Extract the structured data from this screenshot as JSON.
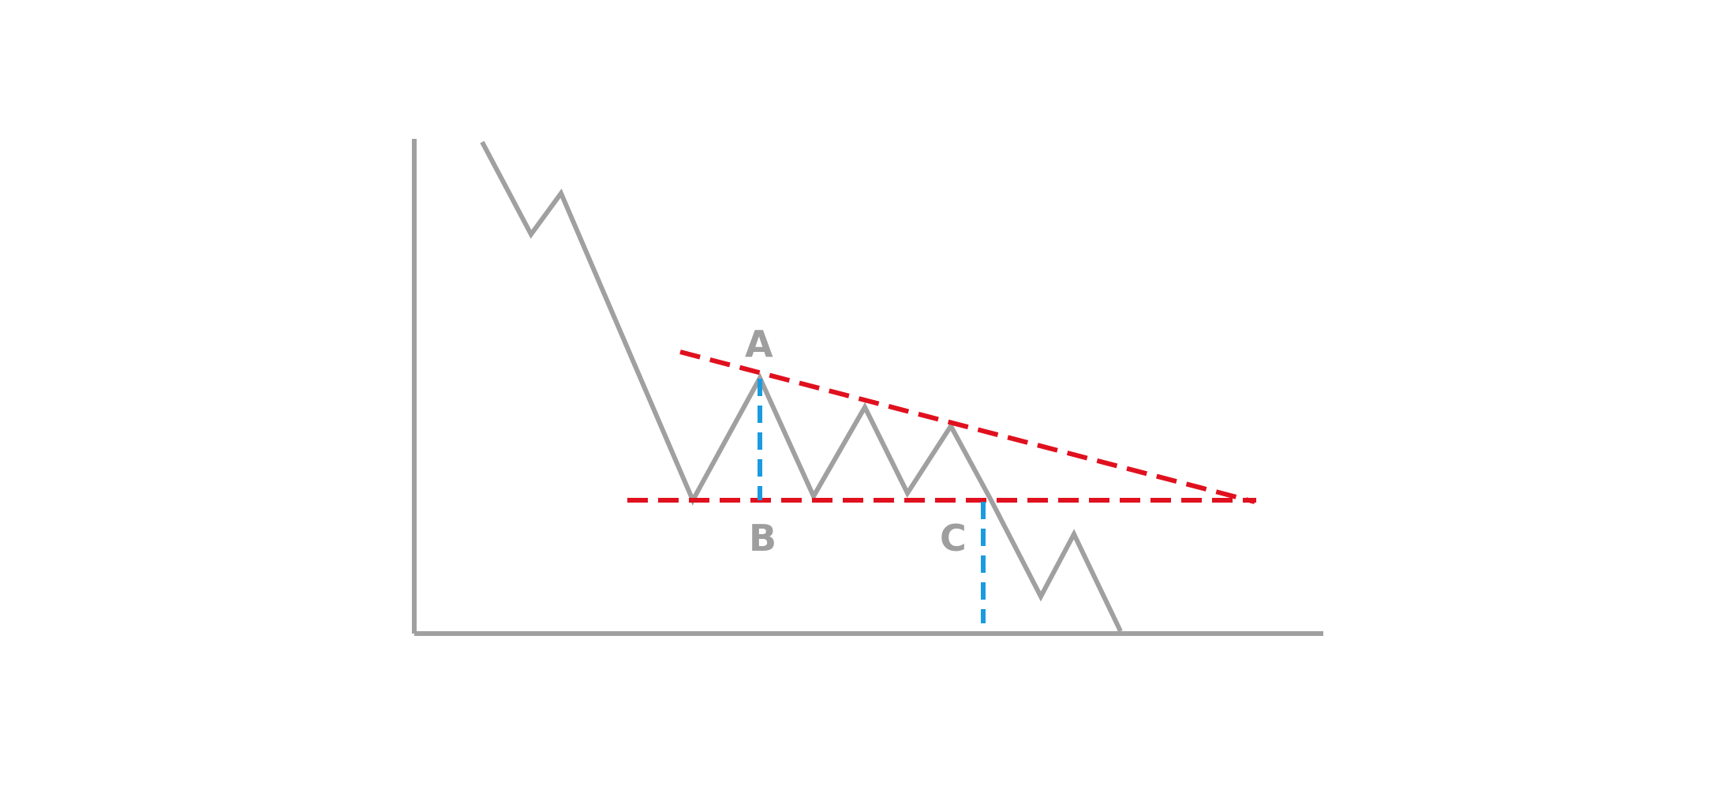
{
  "diagram": {
    "labels": {
      "a": "A",
      "b": "B",
      "c": "C"
    },
    "colors": {
      "axis": "#a0a0a0",
      "price": "#a0a0a0",
      "trendline": "#e0101e",
      "measure": "#1a9be0",
      "label": "#9e9e9e"
    }
  }
}
